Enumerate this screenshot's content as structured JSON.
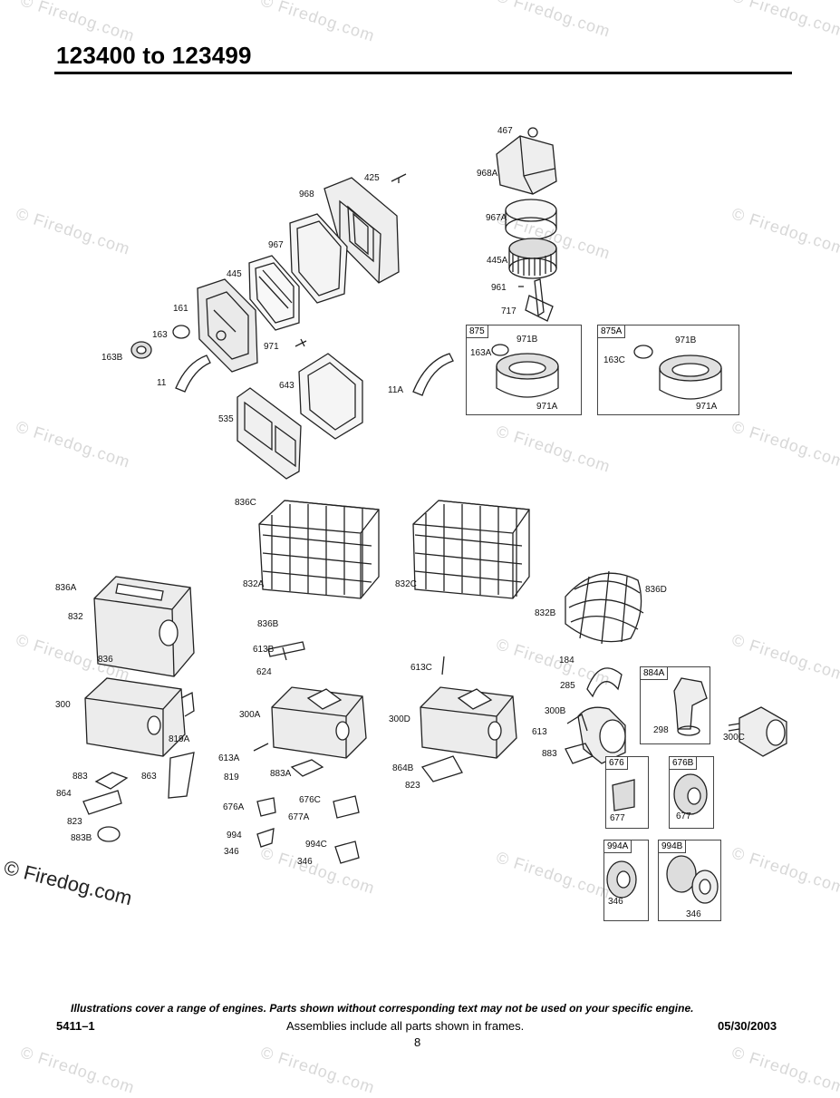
{
  "header": {
    "title": "123400 to 123499"
  },
  "watermarks": [
    "© Firedog.com"
  ],
  "copyright": "© Firedog.com",
  "part_labels": {
    "p467": "467",
    "p968A": "968A",
    "p425": "425",
    "p968": "968",
    "p967A": "967A",
    "p967": "967",
    "p445A": "445A",
    "p445": "445",
    "p961": "961",
    "p161": "161",
    "p717": "717",
    "p163": "163",
    "p971": "971",
    "p163B": "163B",
    "p11": "11",
    "p643": "643",
    "p11A": "11A",
    "p535": "535",
    "p875": "875",
    "p971B": "971B",
    "p163A": "163A",
    "p971A": "971A",
    "p875A": "875A",
    "p971B_2": "971B",
    "p163C": "163C",
    "p971A_2": "971A",
    "p836C": "836C",
    "p832A": "832A",
    "p832C": "832C",
    "p836A": "836A",
    "p836D": "836D",
    "p832": "832",
    "p832B": "832B",
    "p836B": "836B",
    "p836": "836",
    "p613B": "613B",
    "p184": "184",
    "p884A": "884A",
    "p624": "624",
    "p613C": "613C",
    "p285": "285",
    "p300": "300",
    "p300A": "300A",
    "p300D": "300D",
    "p300B": "300B",
    "p298": "298",
    "p300C": "300C",
    "p613": "613",
    "p819A": "819A",
    "p883": "883",
    "p613A": "613A",
    "p883A": "883A",
    "p864B": "864B",
    "p676": "676",
    "p676B": "676B",
    "p883_2": "883",
    "p863": "863",
    "p819": "819",
    "p823": "823",
    "p864": "864",
    "p676A": "676A",
    "p676C": "676C",
    "p677A": "677A",
    "p677": "677",
    "p677_2": "677",
    "p823_2": "823",
    "p883B": "883B",
    "p994": "994",
    "p994C": "994C",
    "p346": "346",
    "p346_2": "346",
    "p994A": "994A",
    "p994B": "994B",
    "p346_3": "346",
    "p346_4": "346"
  },
  "footer": {
    "note": "Illustrations cover a range of engines. Parts shown without corresponding text may not be used on your specific engine.",
    "code": "5411–1",
    "assemblies": "Assemblies include all parts shown in frames.",
    "date": "05/30/2003",
    "page": "8"
  }
}
